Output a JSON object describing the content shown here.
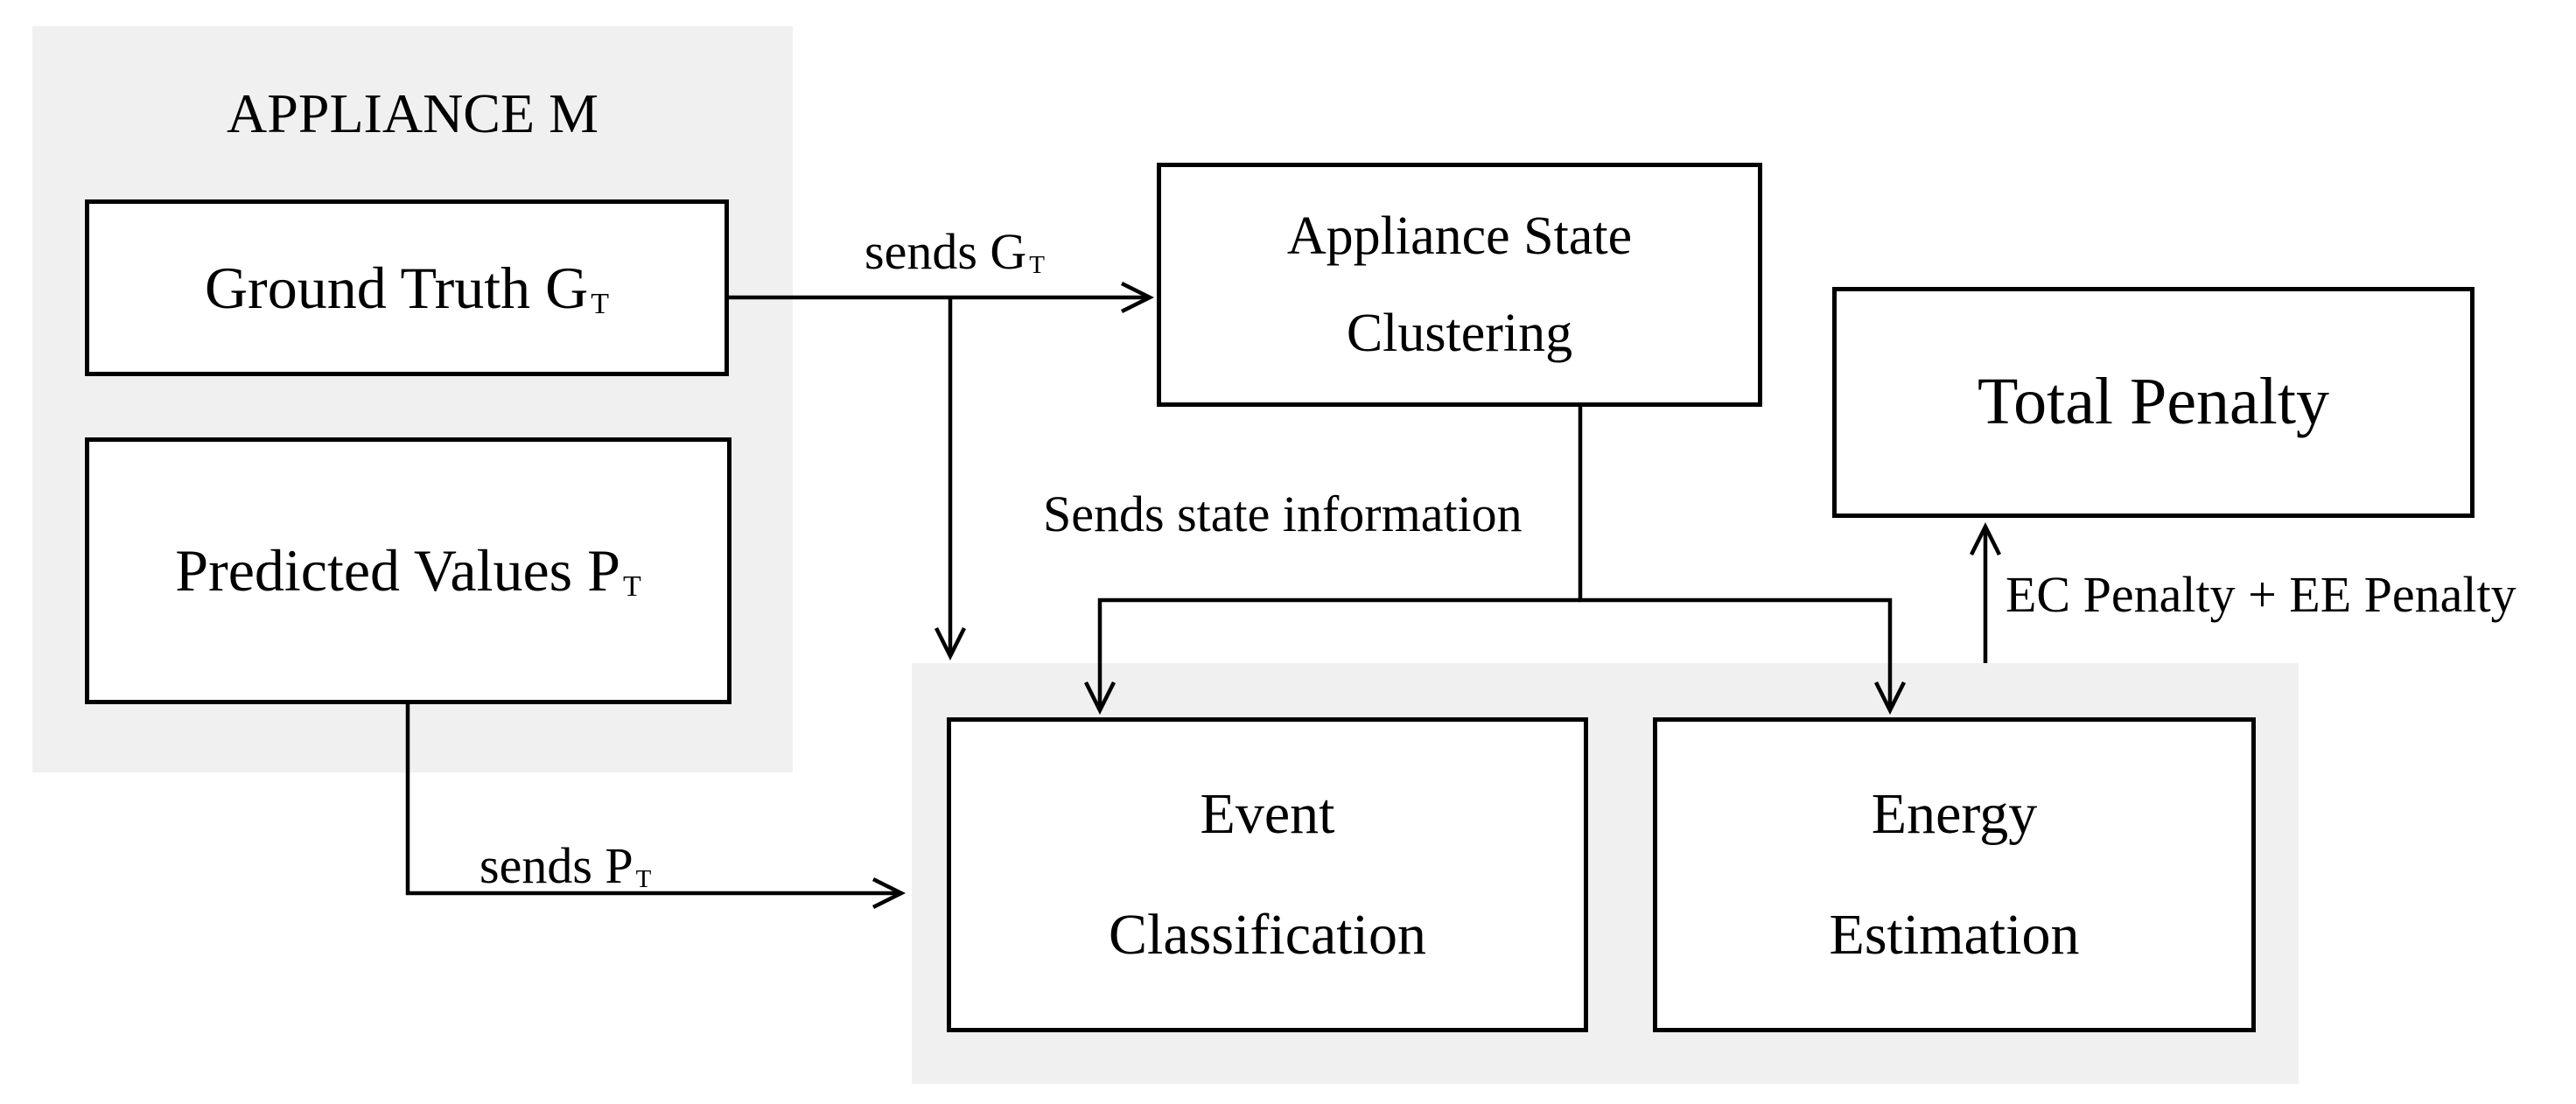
{
  "diagram": {
    "colors": {
      "background": "#ffffff",
      "panel_bg": "#f0f0f0",
      "line": "#000000",
      "text": "#000000"
    },
    "appliance_panel": {
      "title": "APPLIANCE M"
    },
    "boxes": {
      "ground_truth": {
        "text": "Ground Truth G",
        "sub": "T"
      },
      "predicted_values": {
        "text": "Predicted Values P",
        "sub": "T"
      },
      "clustering": {
        "line1": "Appliance State",
        "line2": "Clustering"
      },
      "total_penalty": {
        "text": "Total Penalty"
      },
      "event_classification": {
        "line1": "Event",
        "line2": "Classification"
      },
      "energy_estimation": {
        "line1": "Energy",
        "line2": "Estimation"
      }
    },
    "edge_labels": {
      "sends_gt": {
        "text": "sends G",
        "sub": "T"
      },
      "sends_state": {
        "text": "Sends state information"
      },
      "sends_pt": {
        "text": "sends P",
        "sub": "T"
      },
      "penalty_sum": {
        "text": "EC Penalty + EE Penalty"
      }
    }
  }
}
